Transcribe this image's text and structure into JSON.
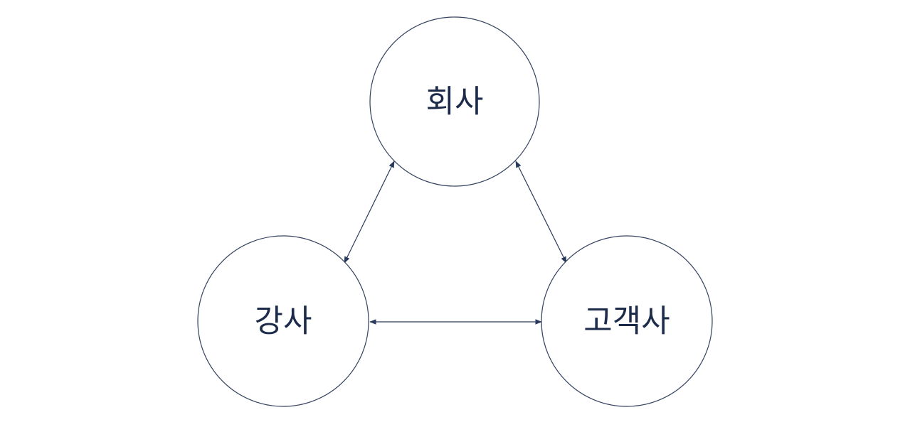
{
  "diagram": {
    "nodes": [
      {
        "id": "company",
        "label": "회사"
      },
      {
        "id": "instructor",
        "label": "강사"
      },
      {
        "id": "client",
        "label": "고객사"
      }
    ],
    "edges": [
      {
        "from": "company",
        "to": "instructor",
        "direction": "both"
      },
      {
        "from": "company",
        "to": "client",
        "direction": "both"
      },
      {
        "from": "instructor",
        "to": "client",
        "direction": "both"
      }
    ],
    "colors": {
      "stroke": "#33415f",
      "text": "#1c2b4a",
      "background": "#ffffff"
    }
  }
}
